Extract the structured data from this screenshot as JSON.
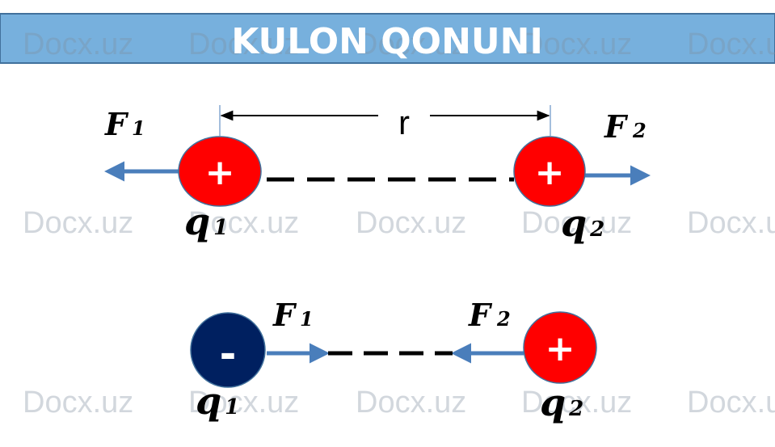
{
  "title": "KULON QONUNI",
  "watermark": "Docx.uz",
  "top_diagram": {
    "distance_label": "r",
    "force1": {
      "letter": "F",
      "sub": "1"
    },
    "force2": {
      "letter": "F",
      "sub": "2"
    },
    "charge1": {
      "letter": "q",
      "sub": "1",
      "sign": "+"
    },
    "charge2": {
      "letter": "q",
      "sub": "2",
      "sign": "+"
    }
  },
  "bottom_diagram": {
    "force1": {
      "letter": "F",
      "sub": "1"
    },
    "force2": {
      "letter": "F",
      "sub": "2"
    },
    "charge1": {
      "letter": "q",
      "sub": "1",
      "sign": "-"
    },
    "charge2": {
      "letter": "q",
      "sub": "2",
      "sign": "+"
    }
  },
  "colors": {
    "banner": "#77b0dd",
    "positive": "#ff0000",
    "negative": "#002060",
    "arrow": "#4a7ebb"
  }
}
